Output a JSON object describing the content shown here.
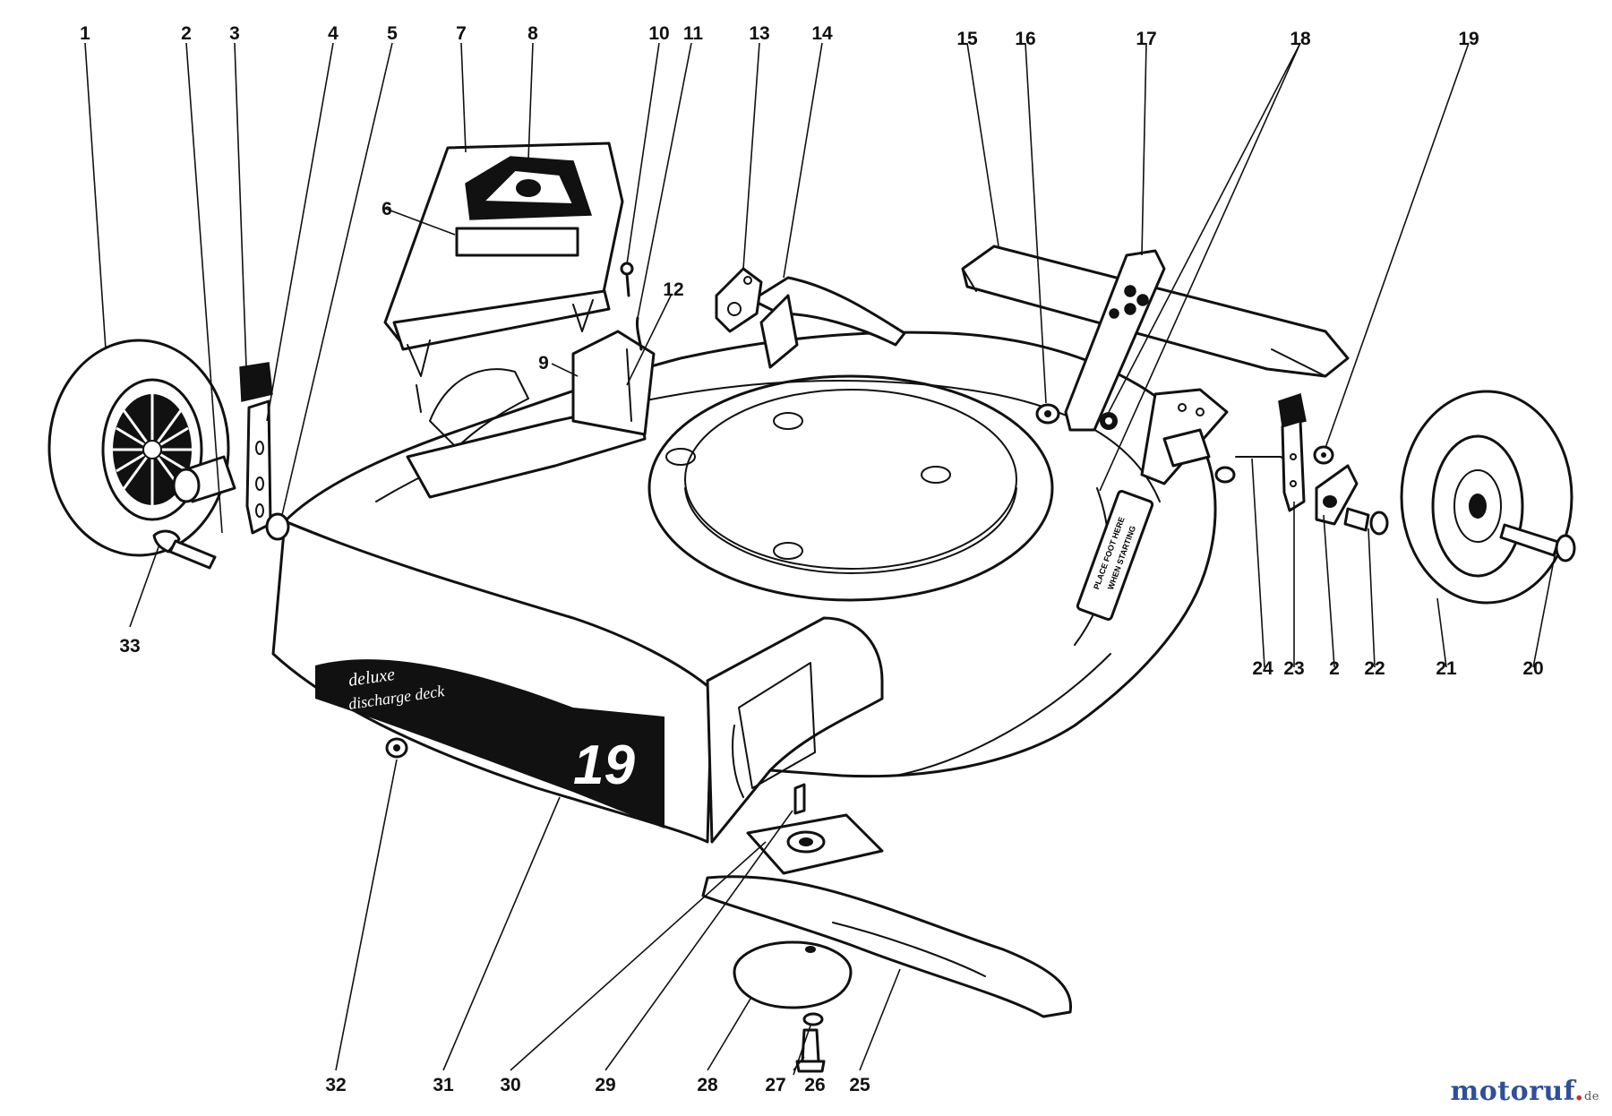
{
  "callouts": [
    {
      "id": "1",
      "label": "1"
    },
    {
      "id": "2a",
      "label": "2"
    },
    {
      "id": "3",
      "label": "3"
    },
    {
      "id": "4",
      "label": "4"
    },
    {
      "id": "5",
      "label": "5"
    },
    {
      "id": "6",
      "label": "6"
    },
    {
      "id": "7",
      "label": "7"
    },
    {
      "id": "8",
      "label": "8"
    },
    {
      "id": "9",
      "label": "9"
    },
    {
      "id": "10",
      "label": "10"
    },
    {
      "id": "11",
      "label": "11"
    },
    {
      "id": "12",
      "label": "12"
    },
    {
      "id": "13",
      "label": "13"
    },
    {
      "id": "14",
      "label": "14"
    },
    {
      "id": "15",
      "label": "15"
    },
    {
      "id": "16",
      "label": "16"
    },
    {
      "id": "17",
      "label": "17"
    },
    {
      "id": "18",
      "label": "18"
    },
    {
      "id": "19",
      "label": "19"
    },
    {
      "id": "20",
      "label": "20"
    },
    {
      "id": "21",
      "label": "21"
    },
    {
      "id": "22",
      "label": "22"
    },
    {
      "id": "2b",
      "label": "2"
    },
    {
      "id": "23",
      "label": "23"
    },
    {
      "id": "24",
      "label": "24"
    },
    {
      "id": "25",
      "label": "25"
    },
    {
      "id": "26",
      "label": "26"
    },
    {
      "id": "27",
      "label": "27"
    },
    {
      "id": "28",
      "label": "28"
    },
    {
      "id": "29",
      "label": "29"
    },
    {
      "id": "30",
      "label": "30"
    },
    {
      "id": "31",
      "label": "31"
    },
    {
      "id": "32",
      "label": "32"
    },
    {
      "id": "33",
      "label": "33"
    }
  ],
  "deck_decal": {
    "line1": "deluxe",
    "line2": "discharge deck",
    "size": "19"
  },
  "foot_decal": {
    "line1": "PLACE FOOT HERE",
    "line2": "WHEN STARTING"
  },
  "watermark": {
    "brand": "motoruf",
    "tld": "de"
  },
  "colors": {
    "ink": "#111111",
    "brand": "#2f4f9a",
    "accent": "#c8322a"
  }
}
